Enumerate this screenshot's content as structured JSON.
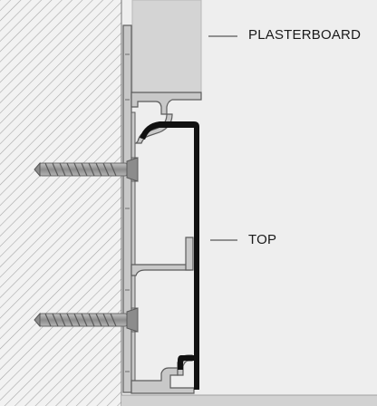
{
  "labels": {
    "plasterboard": "PLASTERBOARD",
    "top": "TOP"
  },
  "colors": {
    "background": "#eeeeee",
    "wall_hatch": "#a8a8a8",
    "plasterboard": "#d4d4d4",
    "floor": "#d2d2d2",
    "profile_fill": "#c8c8c8",
    "profile_stroke": "#5c5c5c",
    "cover": "#111111",
    "screw": "#9a9a9a",
    "leader_line": "#333333"
  },
  "screw_count": 2
}
